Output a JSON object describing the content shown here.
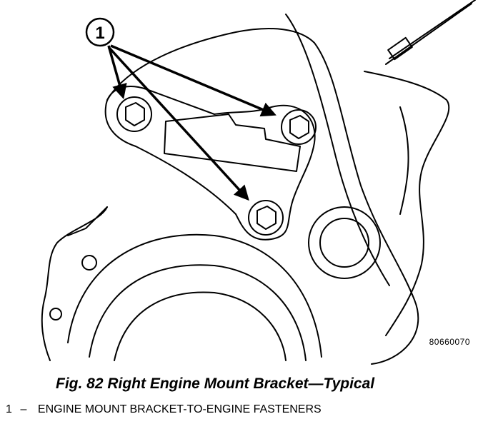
{
  "figure": {
    "callout_number": "1",
    "code": "80660070",
    "caption": "Fig. 82 Right Engine Mount Bracket—Typical",
    "legend": [
      {
        "number": "1",
        "separator": "–",
        "text": "ENGINE MOUNT BRACKET-TO-ENGINE FASTENERS"
      }
    ]
  }
}
